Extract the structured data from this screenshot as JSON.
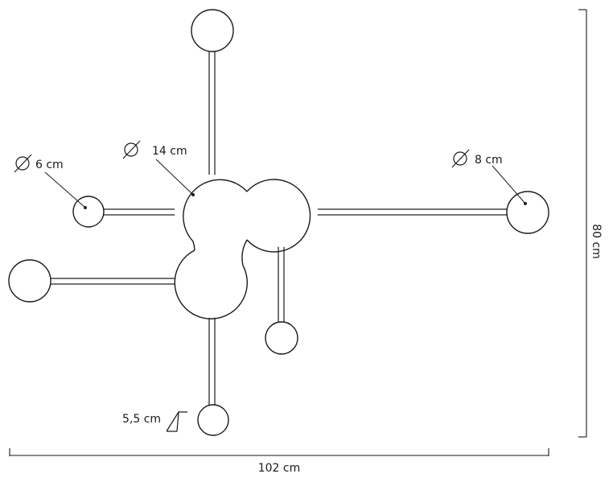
{
  "labels": {
    "center_diameter": "14 cm",
    "left_small_diameter": "6 cm",
    "right_diameter": "8 cm",
    "bottom_diameter": "5,5 cm",
    "width": "102 cm",
    "height": "80 cm"
  },
  "icons": {
    "diameter_symbol": "diameter-icon",
    "slope_symbol": "slope-icon"
  },
  "colors": {
    "line": "#1a1a1a",
    "background": "#ffffff"
  }
}
